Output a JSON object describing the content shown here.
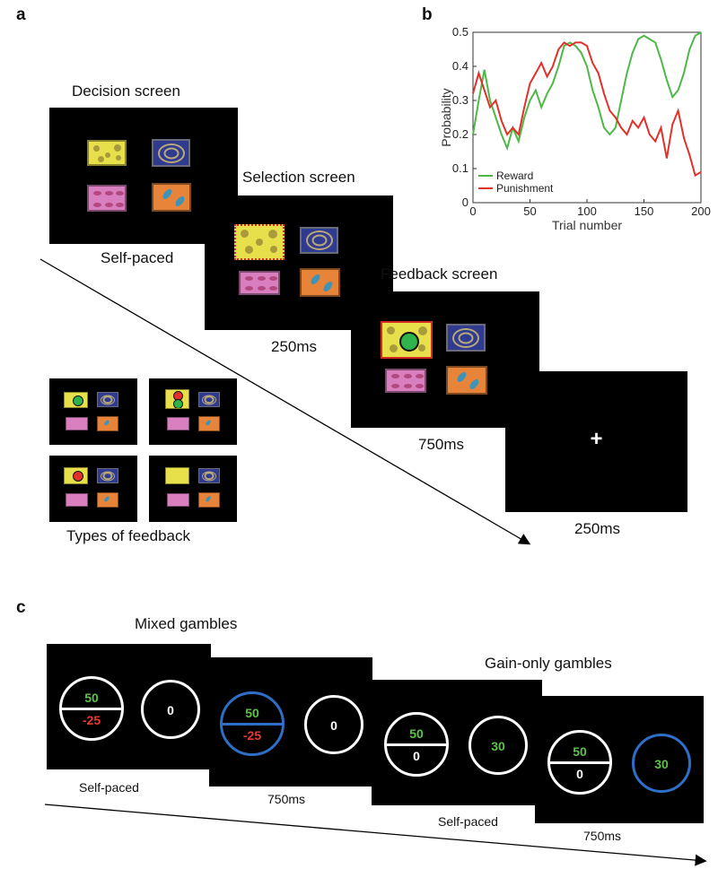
{
  "panels": {
    "a": "a",
    "b": "b",
    "c": "c"
  },
  "panel_a": {
    "screens": [
      {
        "title": "Decision screen",
        "timing": "Self-paced"
      },
      {
        "title": "Selection screen",
        "timing": "250ms"
      },
      {
        "title": "Feedback screen",
        "timing": "750ms"
      },
      {
        "title": "",
        "timing": "250ms",
        "fixation": "+"
      }
    ],
    "feedback_types_label": "Types of feedback",
    "colors": {
      "yellow": "#e7e04a",
      "blue": "#2e3b8f",
      "pink": "#d97fbf",
      "orange": "#e8843a",
      "reward": "#3bb54a",
      "punishment": "#e0312b"
    }
  },
  "chart_data": {
    "type": "line",
    "title": "",
    "xlabel": "Trial number",
    "ylabel": "Probability",
    "xlim": [
      0,
      200
    ],
    "ylim": [
      0,
      0.5
    ],
    "xticks": [
      0,
      50,
      100,
      150,
      200
    ],
    "yticks": [
      0,
      0.1,
      0.2,
      0.3,
      0.4,
      0.5
    ],
    "legend_position": "bottom-left",
    "grid": false,
    "series": [
      {
        "name": "Reward",
        "color": "#4db848",
        "x": [
          0,
          5,
          10,
          15,
          20,
          25,
          30,
          35,
          40,
          45,
          50,
          55,
          60,
          65,
          70,
          75,
          80,
          85,
          90,
          95,
          100,
          105,
          110,
          115,
          120,
          125,
          130,
          135,
          140,
          145,
          150,
          155,
          160,
          165,
          170,
          175,
          180,
          185,
          190,
          195,
          200
        ],
        "values": [
          0.2,
          0.3,
          0.39,
          0.3,
          0.25,
          0.2,
          0.16,
          0.22,
          0.18,
          0.25,
          0.3,
          0.33,
          0.28,
          0.32,
          0.35,
          0.4,
          0.46,
          0.47,
          0.46,
          0.44,
          0.4,
          0.33,
          0.28,
          0.22,
          0.2,
          0.22,
          0.3,
          0.38,
          0.44,
          0.48,
          0.49,
          0.48,
          0.47,
          0.42,
          0.36,
          0.31,
          0.33,
          0.38,
          0.45,
          0.49,
          0.5
        ]
      },
      {
        "name": "Punishment",
        "color": "#e0312b",
        "x": [
          0,
          5,
          10,
          15,
          20,
          25,
          30,
          35,
          40,
          45,
          50,
          55,
          60,
          65,
          70,
          75,
          80,
          85,
          90,
          95,
          100,
          105,
          110,
          115,
          120,
          125,
          130,
          135,
          140,
          145,
          150,
          155,
          160,
          165,
          170,
          175,
          180,
          185,
          190,
          195,
          200
        ],
        "values": [
          0.32,
          0.38,
          0.33,
          0.28,
          0.3,
          0.24,
          0.2,
          0.22,
          0.2,
          0.28,
          0.35,
          0.38,
          0.41,
          0.37,
          0.4,
          0.45,
          0.47,
          0.46,
          0.47,
          0.47,
          0.46,
          0.41,
          0.38,
          0.32,
          0.27,
          0.25,
          0.22,
          0.2,
          0.24,
          0.22,
          0.25,
          0.2,
          0.18,
          0.22,
          0.13,
          0.23,
          0.27,
          0.19,
          0.14,
          0.08,
          0.09
        ]
      }
    ]
  },
  "panel_c": {
    "mixed_title": "Mixed gambles",
    "gain_title": "Gain-only gambles",
    "screens": [
      {
        "timing": "Self-paced",
        "left_top": "50",
        "left_bottom": "-25",
        "right": "0",
        "highlight": "none"
      },
      {
        "timing": "750ms",
        "left_top": "50",
        "left_bottom": "-25",
        "right": "0",
        "highlight": "left"
      },
      {
        "timing": "Self-paced",
        "left_top": "50",
        "left_bottom": "0",
        "right": "30",
        "highlight": "none"
      },
      {
        "timing": "750ms",
        "left_top": "50",
        "left_bottom": "0",
        "right": "30",
        "highlight": "right"
      }
    ],
    "colors": {
      "gain": "#5cc24a",
      "loss": "#e8392c",
      "neutral": "#ffffff",
      "highlight": "#2f6ec7"
    }
  }
}
